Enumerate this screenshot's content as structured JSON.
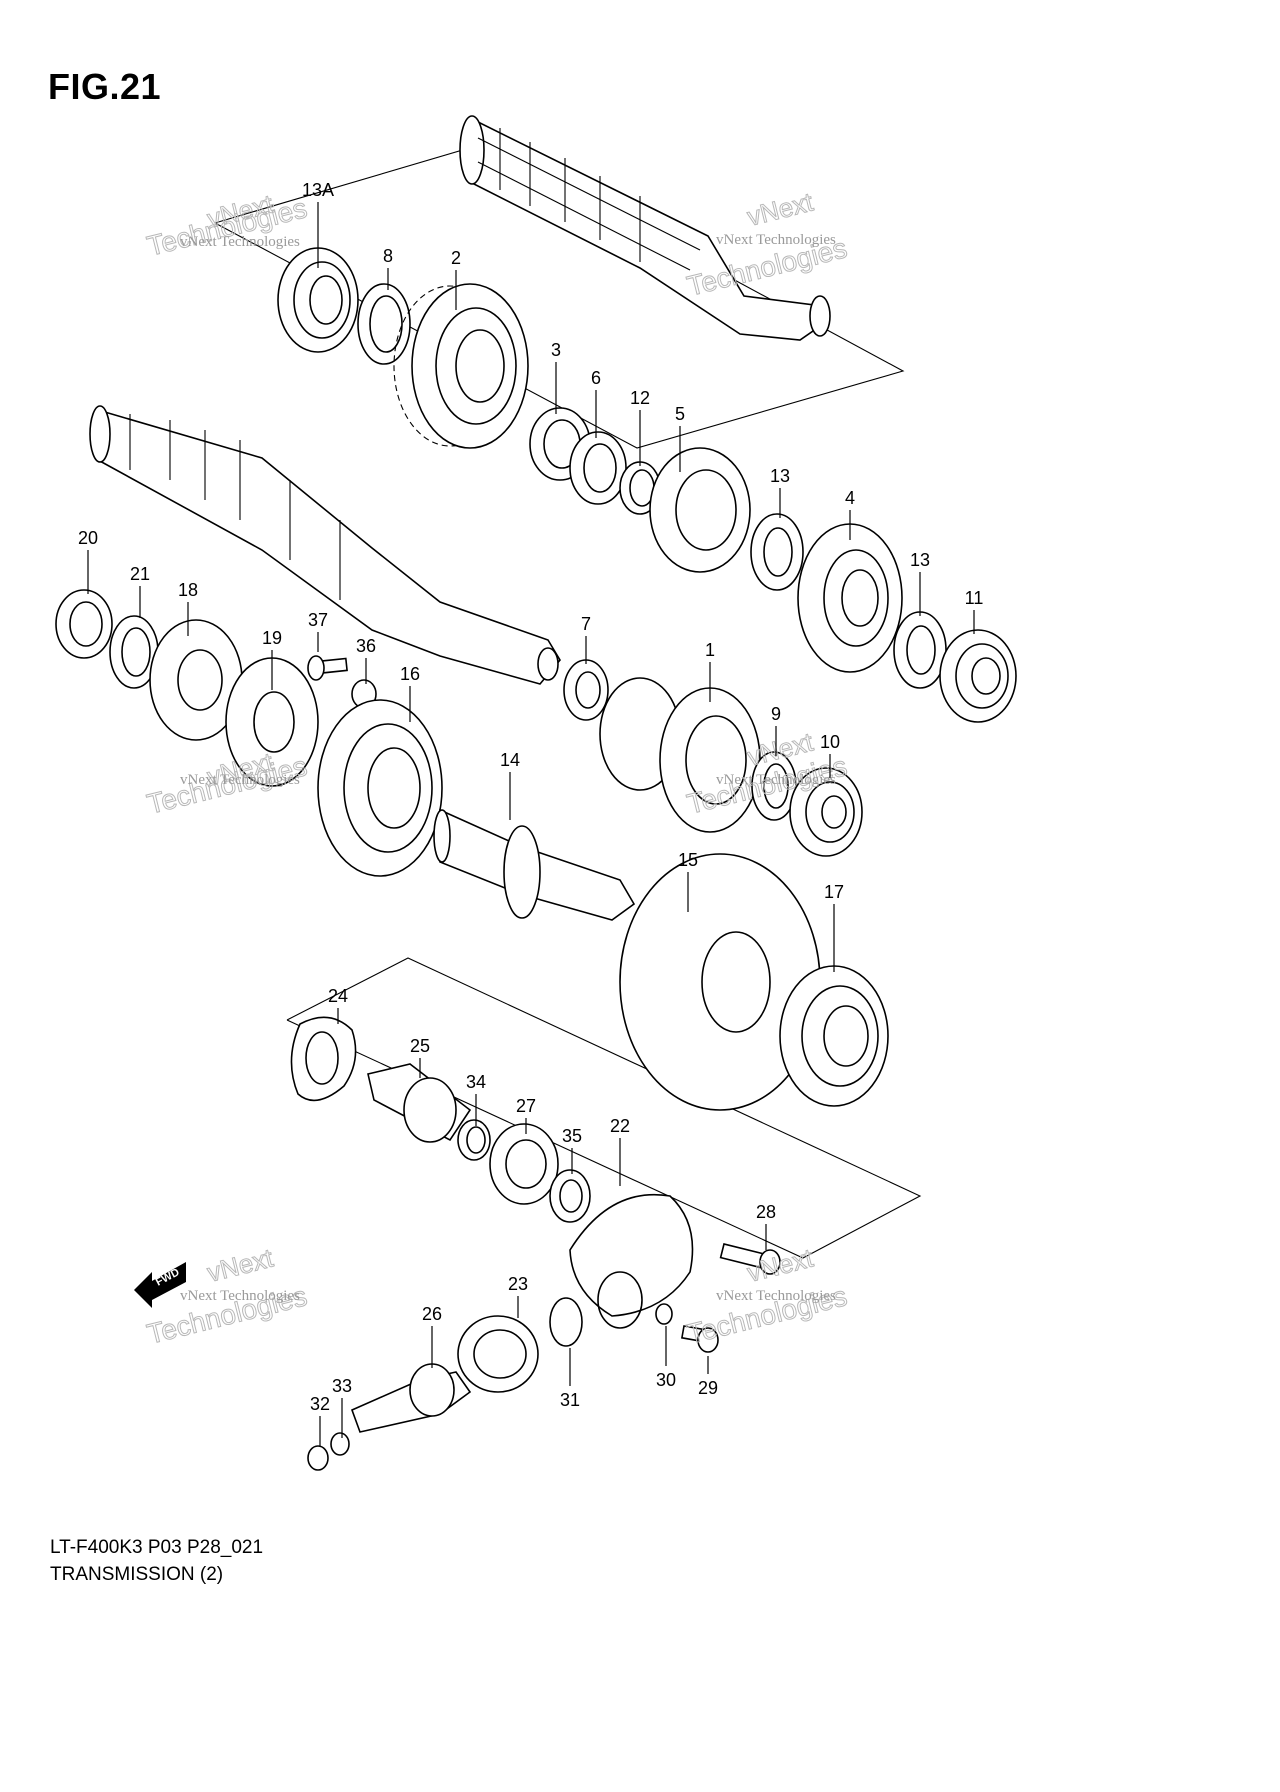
{
  "figure": {
    "title": "FIG.21",
    "code": "LT-F400K3 P03 P28_021",
    "caption": "TRANSMISSION (2)",
    "fwd_label": "FWD"
  },
  "watermark": {
    "small": "vNext Technologies",
    "large_top": "vNext",
    "large_bottom": "Technologies"
  },
  "parts": [
    {
      "id": "p13A",
      "label": "13A"
    },
    {
      "id": "p8",
      "label": "8"
    },
    {
      "id": "p2",
      "label": "2"
    },
    {
      "id": "p3",
      "label": "3"
    },
    {
      "id": "p6",
      "label": "6"
    },
    {
      "id": "p12",
      "label": "12"
    },
    {
      "id": "p5",
      "label": "5"
    },
    {
      "id": "p13a",
      "label": "13"
    },
    {
      "id": "p4",
      "label": "4"
    },
    {
      "id": "p13b",
      "label": "13"
    },
    {
      "id": "p11",
      "label": "11"
    },
    {
      "id": "p20",
      "label": "20"
    },
    {
      "id": "p21",
      "label": "21"
    },
    {
      "id": "p18",
      "label": "18"
    },
    {
      "id": "p19",
      "label": "19"
    },
    {
      "id": "p37",
      "label": "37"
    },
    {
      "id": "p36",
      "label": "36"
    },
    {
      "id": "p16",
      "label": "16"
    },
    {
      "id": "p7",
      "label": "7"
    },
    {
      "id": "p1",
      "label": "1"
    },
    {
      "id": "p9",
      "label": "9"
    },
    {
      "id": "p10",
      "label": "10"
    },
    {
      "id": "p14",
      "label": "14"
    },
    {
      "id": "p15",
      "label": "15"
    },
    {
      "id": "p17",
      "label": "17"
    },
    {
      "id": "p24",
      "label": "24"
    },
    {
      "id": "p25",
      "label": "25"
    },
    {
      "id": "p34",
      "label": "34"
    },
    {
      "id": "p27",
      "label": "27"
    },
    {
      "id": "p35",
      "label": "35"
    },
    {
      "id": "p22",
      "label": "22"
    },
    {
      "id": "p28",
      "label": "28"
    },
    {
      "id": "p23",
      "label": "23"
    },
    {
      "id": "p26",
      "label": "26"
    },
    {
      "id": "p33",
      "label": "33"
    },
    {
      "id": "p32",
      "label": "32"
    },
    {
      "id": "p31",
      "label": "31"
    },
    {
      "id": "p30",
      "label": "30"
    },
    {
      "id": "p29",
      "label": "29"
    }
  ]
}
